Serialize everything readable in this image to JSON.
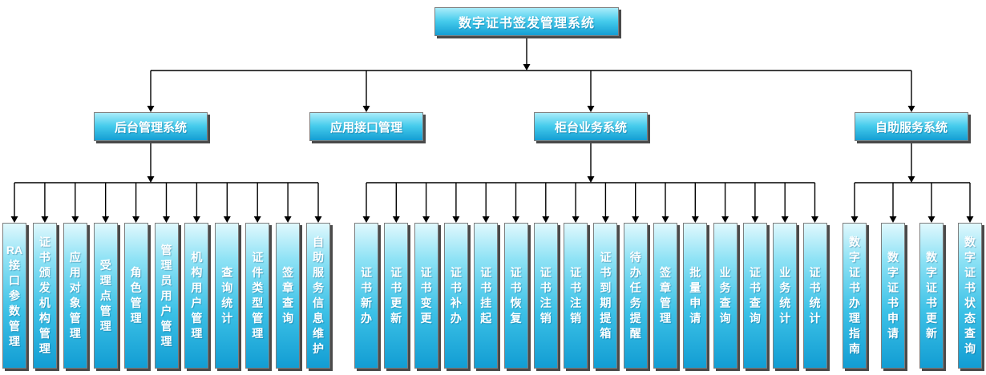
{
  "diagram": {
    "root": {
      "label": "数字证书签发管理系统"
    },
    "groups": [
      {
        "label": "后台管理系统",
        "children": [
          "RA接口参数管理",
          "证书颁发机构管理",
          "应用对象管理",
          "受理点管理",
          "角色管理",
          "管理员用户管理",
          "机构用户管理",
          "查询统计",
          "证件类型管理",
          "签章查询",
          "自助服务信息维护"
        ]
      },
      {
        "label": "应用接口管理",
        "children": []
      },
      {
        "label": "柜台业务系统",
        "children": [
          "证书新办",
          "证书更新",
          "证书变更",
          "证书补办",
          "证书挂起",
          "证书恢复",
          "证书注销",
          "证书注销",
          "证书到期提箱",
          "待办任务提醒",
          "签章管理",
          "批量申请",
          "业务查询",
          "证书查询",
          "业务统计",
          "证书统计"
        ]
      },
      {
        "label": "自助服务系统",
        "children": [
          "数字证书办理指南",
          "数字证书申请",
          "数字证书更新",
          "数字证书状态查询"
        ]
      }
    ],
    "colors": {
      "header_gradient_top": "#a9ecfa",
      "header_gradient_mid": "#45cbec",
      "header_gradient_bottom": "#149ed3",
      "leaf_gradient_top": "#e0f8fd",
      "leaf_gradient_mid1": "#8ee2f5",
      "leaf_gradient_mid2": "#3ec2e7",
      "leaf_gradient_bottom": "#129dd3",
      "border": "#7e7e7e",
      "shadow": "#4a4a4a",
      "connector_line": "#000000",
      "text": "#ffffff"
    }
  }
}
